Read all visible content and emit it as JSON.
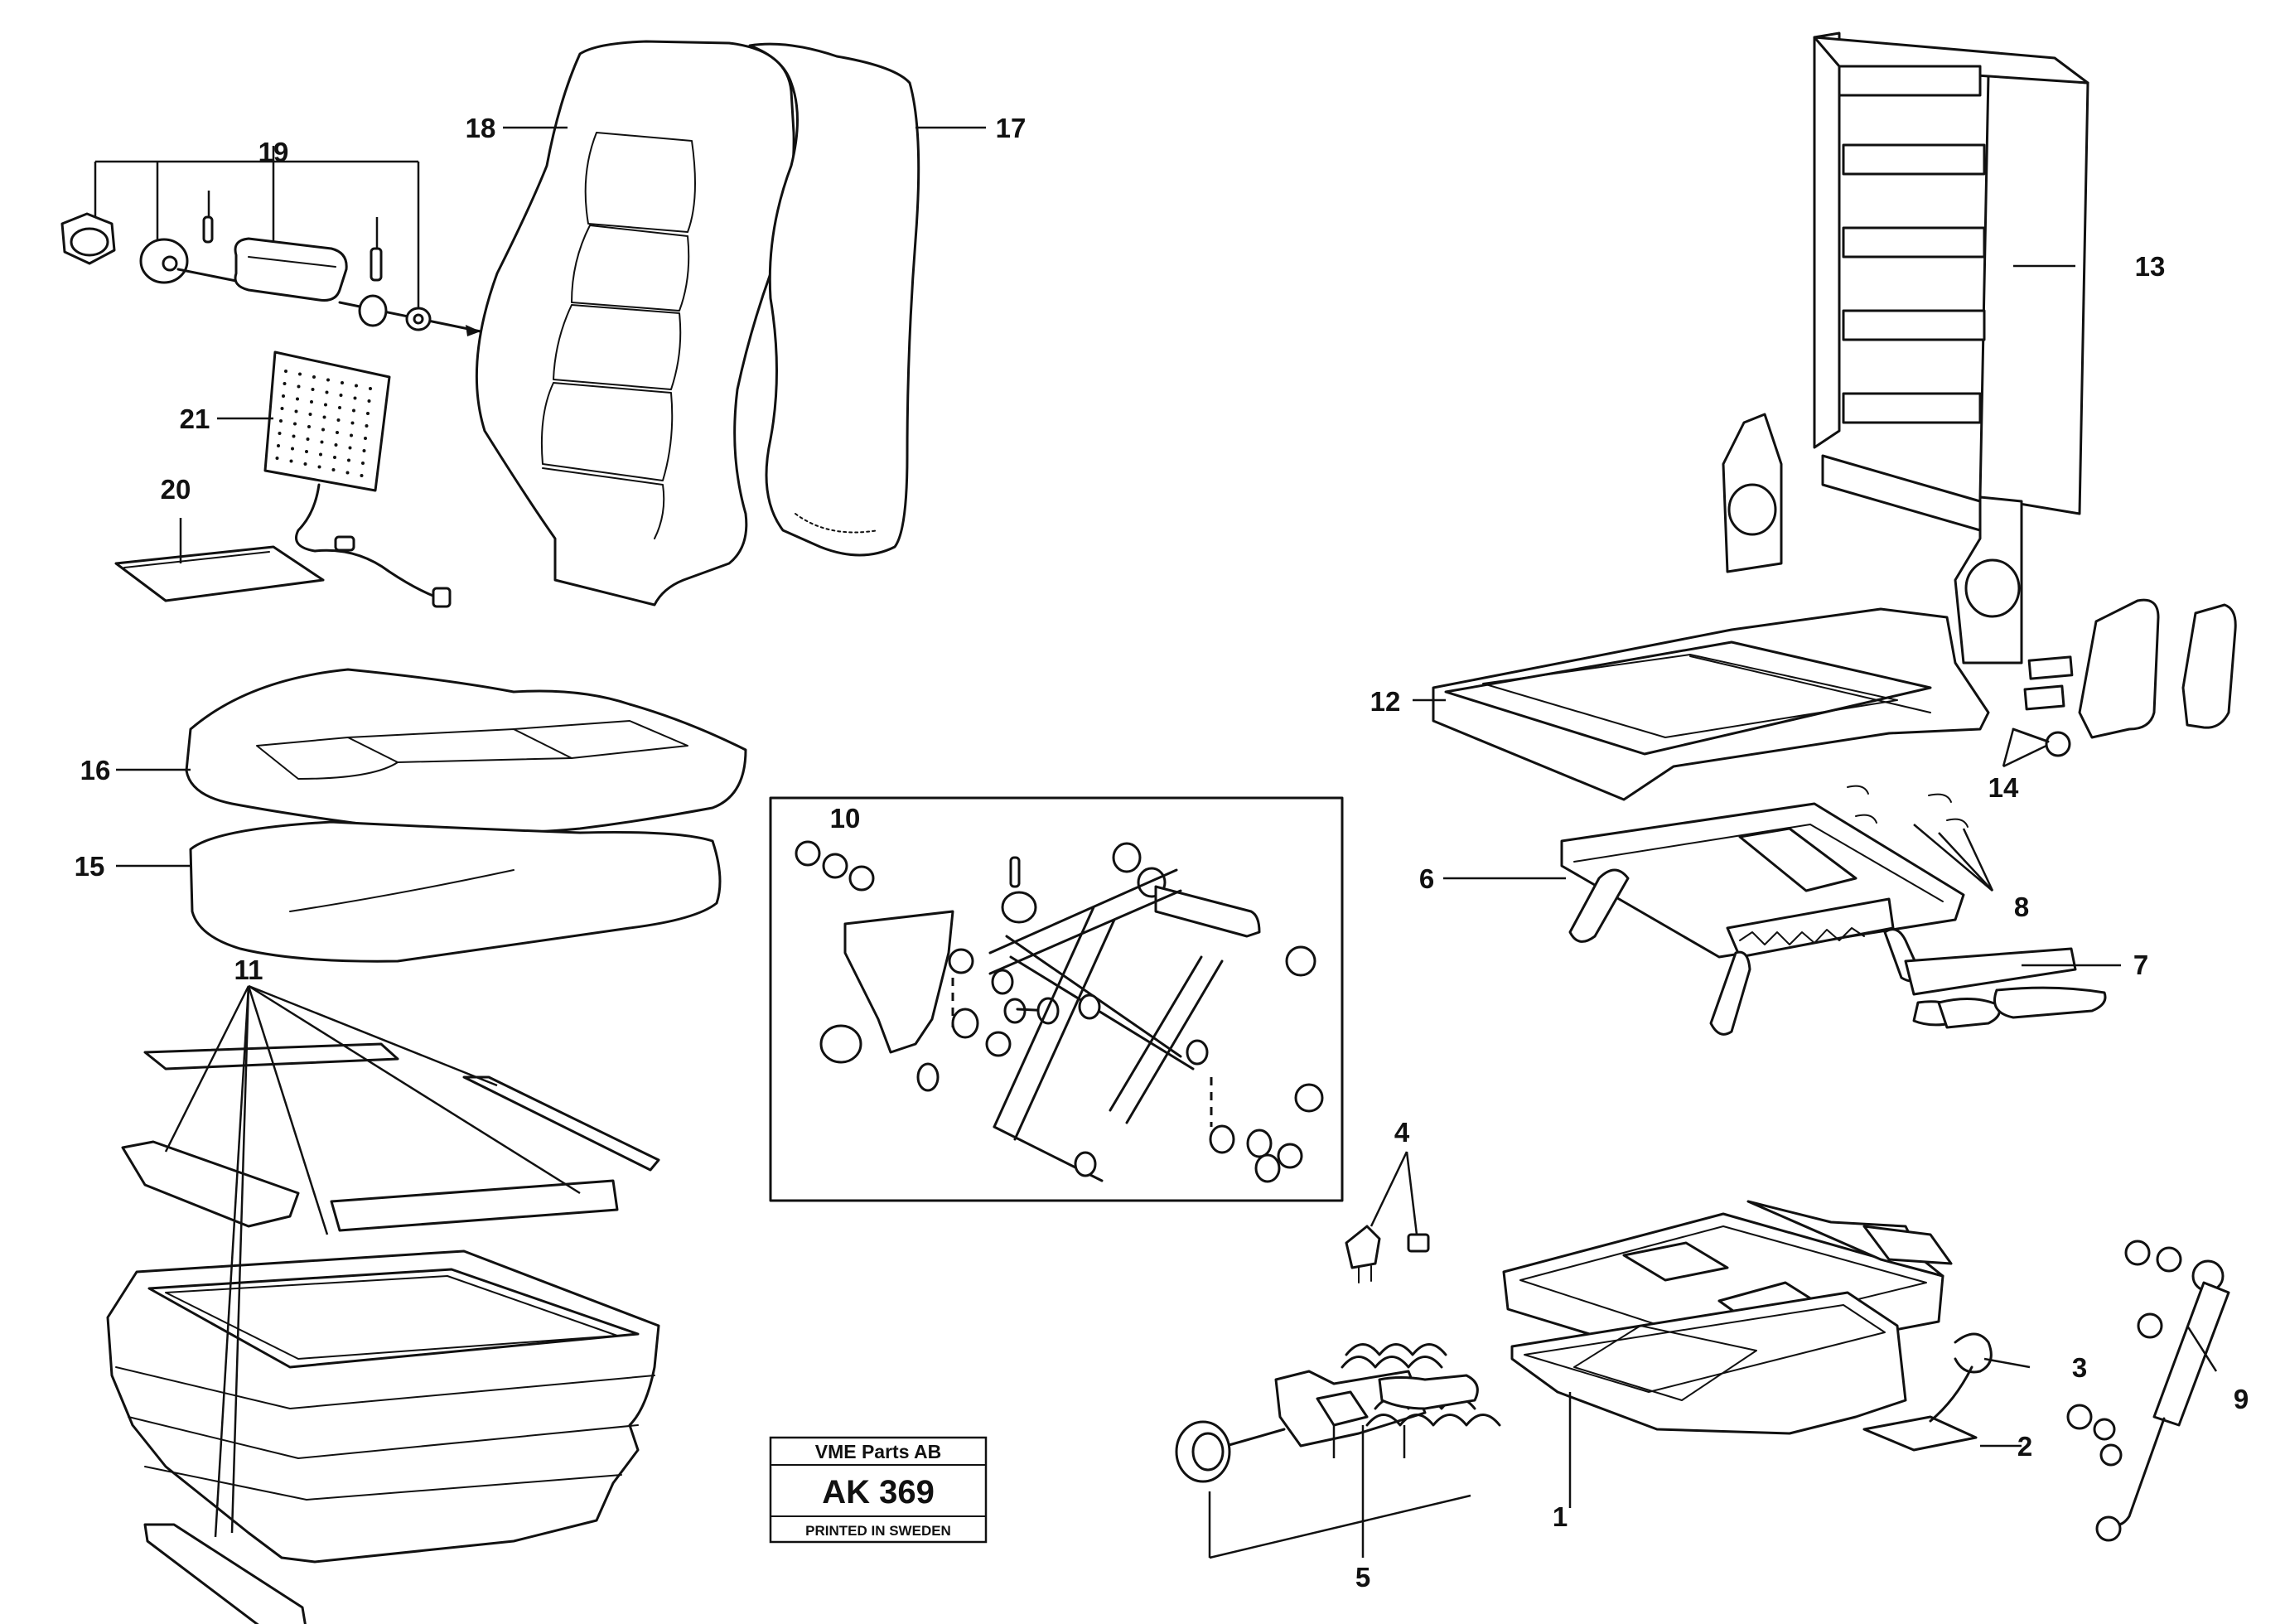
{
  "diagram": {
    "callouts": [
      {
        "id": "1",
        "label": "1"
      },
      {
        "id": "2",
        "label": "2"
      },
      {
        "id": "3",
        "label": "3"
      },
      {
        "id": "4",
        "label": "4"
      },
      {
        "id": "5",
        "label": "5"
      },
      {
        "id": "6",
        "label": "6"
      },
      {
        "id": "7",
        "label": "7"
      },
      {
        "id": "8",
        "label": "8"
      },
      {
        "id": "9",
        "label": "9"
      },
      {
        "id": "10",
        "label": "10"
      },
      {
        "id": "11",
        "label": "11"
      },
      {
        "id": "12",
        "label": "12"
      },
      {
        "id": "13",
        "label": "13"
      },
      {
        "id": "14",
        "label": "14"
      },
      {
        "id": "15",
        "label": "15"
      },
      {
        "id": "16",
        "label": "16"
      },
      {
        "id": "17",
        "label": "17"
      },
      {
        "id": "18",
        "label": "18"
      },
      {
        "id": "19",
        "label": "19"
      },
      {
        "id": "20",
        "label": "20"
      },
      {
        "id": "21",
        "label": "21"
      }
    ]
  },
  "stamp": {
    "company": "VME Parts AB",
    "code": "AK 369",
    "printed": "PRINTED IN SWEDEN"
  }
}
